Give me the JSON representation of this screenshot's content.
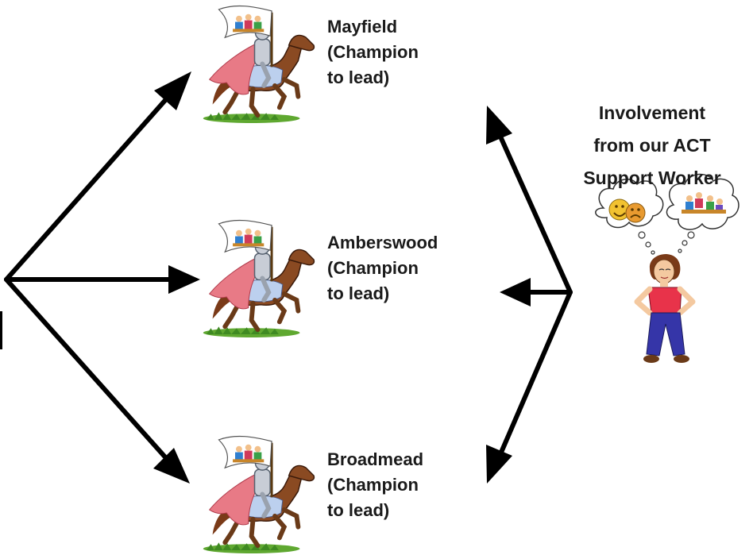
{
  "schools": [
    {
      "name": "Mayfield",
      "line2": "(Champion",
      "line3": "to lead)"
    },
    {
      "name": "Amberswood",
      "line2": "(Champion",
      "line3": "to lead)"
    },
    {
      "name": "Broadmead",
      "line2": "(Champion",
      "line3": "to lead)"
    }
  ],
  "support": {
    "line1": "Involvement",
    "line2": "from our ACT",
    "line3": "Support Worker"
  },
  "icons": {
    "knight": "knight-on-horse-with-banner",
    "thought_left": "drama-masks",
    "thought_right": "people-at-table",
    "person": "thinking-person"
  },
  "colors": {
    "arrow": "#000000",
    "text": "#1a1a1a",
    "cape": "#e87a86",
    "horse": "#8a4a22",
    "shirt": "#e8334a",
    "trousers": "#3535a8"
  }
}
